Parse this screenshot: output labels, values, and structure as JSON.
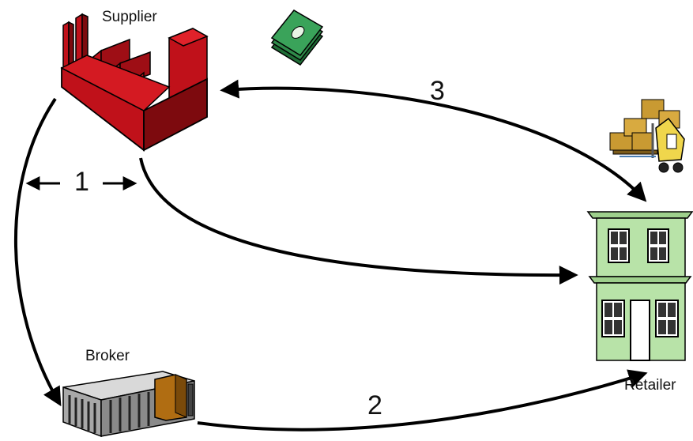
{
  "nodes": {
    "supplier": {
      "label": "Supplier",
      "icon": "factory-icon"
    },
    "broker": {
      "label": "Broker",
      "icon": "warehouse-icon"
    },
    "retailer": {
      "label": "Retailer",
      "icon": "store-building-icon"
    }
  },
  "flow_labels": {
    "one": "1",
    "two": "2",
    "three": "3"
  },
  "decorations": {
    "money": "money-stack-icon",
    "forklift": "forklift-with-boxes-icon"
  },
  "colors": {
    "factory_red": "#c0111a",
    "factory_dark": "#7d0a0e",
    "store_green": "#b8e3a8",
    "store_dark_green": "#5f9e55",
    "money_green": "#2f8a4a",
    "boxes_gold": "#c99a32",
    "broker_gray": "#8a8a8a",
    "broker_door": "#b06d12",
    "arrow": "#000000"
  }
}
